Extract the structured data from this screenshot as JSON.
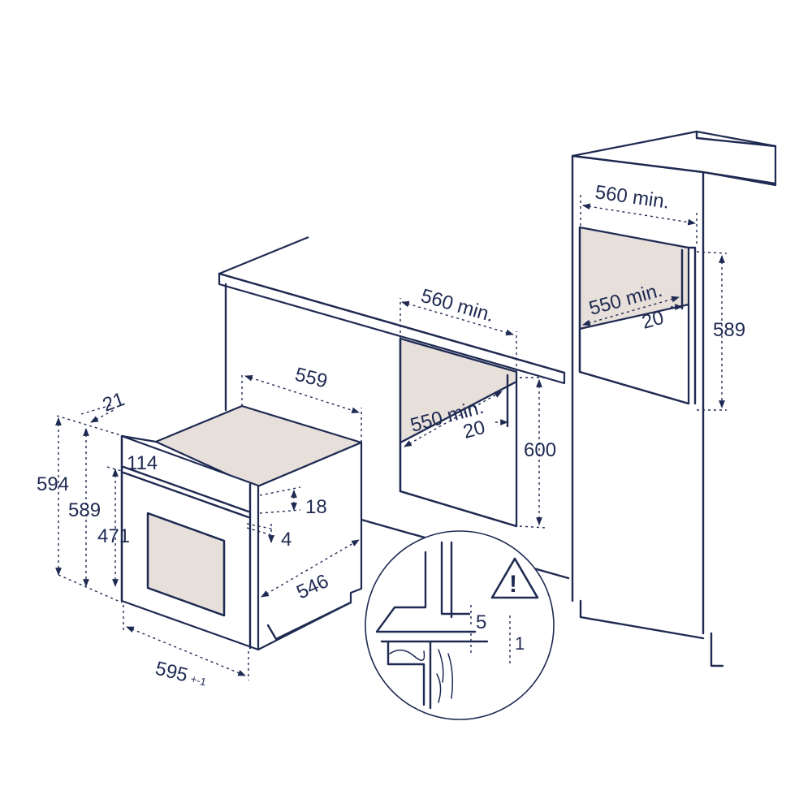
{
  "colors": {
    "line": "#1f2a52",
    "surface": "#e6dfda",
    "background": "#ffffff"
  },
  "icons": {
    "warning": "warning-triangle-icon"
  },
  "warning_symbol": "!",
  "oven": {
    "depth_top": "559",
    "depth_side": "546",
    "width": "595",
    "width_tolerance": "+-1",
    "height_total": "594",
    "height_body": "589",
    "height_door": "471",
    "panel_thickness": "21",
    "control_panel": "114",
    "handle_offset": "18",
    "gap": "4"
  },
  "under_counter": {
    "width_min": "560 min.",
    "inner_width_min": "550 min.",
    "rear_gap": "20",
    "height": "600"
  },
  "tall_cabinet": {
    "width_min": "560 min.",
    "inner_width_min": "550 min.",
    "rear_gap": "20",
    "height": "589"
  },
  "detail": {
    "gap_top": "5",
    "gap_bottom": "1"
  }
}
